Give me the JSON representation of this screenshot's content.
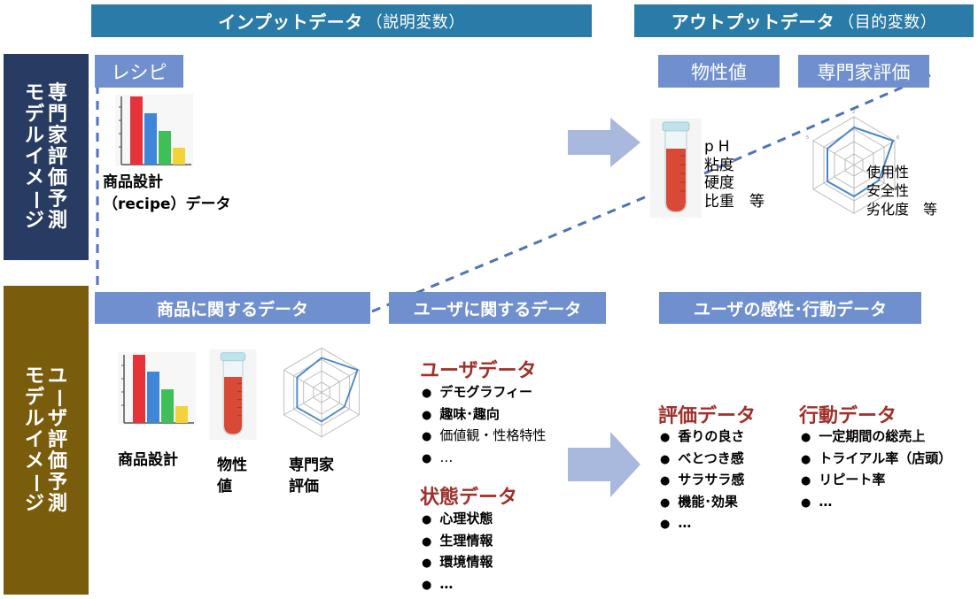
{
  "headers": {
    "input_title": "インプットデータ",
    "input_sub": "（説明変数）",
    "output_title": "アウトプットデータ",
    "output_sub": "（目的変数）"
  },
  "side": {
    "top_col1": [
      "専",
      "門",
      "家",
      "評",
      "価",
      "予",
      "測"
    ],
    "top_col2": [
      "モ",
      "デ",
      "ル",
      "イ",
      "メ",
      "ー",
      "ジ"
    ],
    "bottom_col1": [
      "ユ",
      "ー",
      "ザ",
      "評",
      "価",
      "予",
      "測"
    ],
    "bottom_col2": [
      "モ",
      "デ",
      "ル",
      "イ",
      "メ",
      "ー",
      "ジ"
    ],
    "top_color": "#283b62",
    "bottom_color": "#7a5d0c"
  },
  "top": {
    "recipe_label": "レシピ",
    "recipe_caption_1": "商品設計",
    "recipe_caption_2": "（recipe）データ",
    "physical_label": "物性値",
    "expert_label": "専門家評価",
    "physical_items": [
      "pH",
      "粘度",
      "硬度",
      "比重　等"
    ],
    "expert_items": [
      "使用性",
      "安全性",
      "劣化度　等"
    ]
  },
  "bottom": {
    "product_label": "商品に関するデータ",
    "user_label": "ユーザに関するデータ",
    "output_label": "ユーザの感性･行動データ",
    "cap_design": "商品設計",
    "cap_physical_1": "物性",
    "cap_physical_2": "値",
    "cap_expert_1": "専門家",
    "cap_expert_2": "評価",
    "user_data_title": "ユーザデータ",
    "user_data_items": [
      "デモグラフィー",
      "趣味･趣向",
      "価値観・性格特性",
      "…"
    ],
    "state_data_title": "状態データ",
    "state_data_items": [
      "心理状態",
      "生理情報",
      "環境情報",
      "…"
    ],
    "eval_data_title": "評価データ",
    "eval_data_items": [
      "香りの良さ",
      "べとつき感",
      "サラサラ感",
      "機能･効果",
      "…"
    ],
    "behavior_data_title": "行動データ",
    "behavior_data_items": [
      "一定期間の総売上",
      "トライアル率（店頭）",
      "リピート率",
      "…"
    ]
  },
  "colors": {
    "header_bg": "#2a7ba8",
    "label_bg": "#6f8fce",
    "arrow_fill": "#a9b8dd",
    "dashed_line": "#4f73b8",
    "accent_red": "#a0302a",
    "bar_colors": [
      "#e8323a",
      "#3f86d9",
      "#3fbf57",
      "#f3d23a"
    ],
    "tube_liquid": "#d84a35"
  },
  "icons": [
    "bar-chart-icon",
    "test-tube-icon",
    "radar-chart-icon",
    "right-arrow-icon"
  ]
}
